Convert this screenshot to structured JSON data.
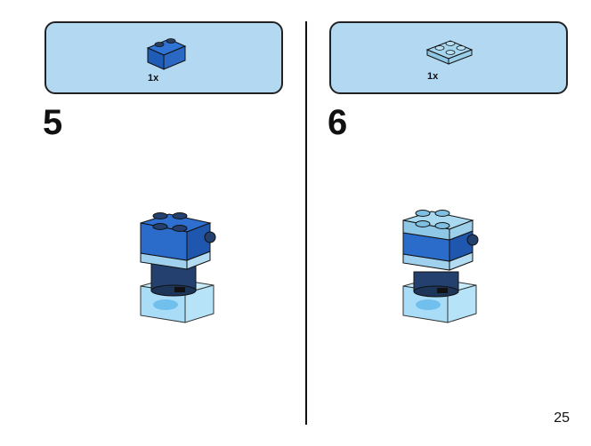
{
  "steps": [
    {
      "number": "5",
      "part_quantity": "1x",
      "part": "blue-2x2-brick-icon"
    },
    {
      "number": "6",
      "part_quantity": "1x",
      "part": "light-blue-2x2-plate-icon"
    }
  ],
  "page_number": "25",
  "colors": {
    "panel": "#b3d8f2",
    "blue": "#2b6bc9",
    "light_blue": "#9fd1ee",
    "dark_blue": "#24406e",
    "trans_blue": "#a8dcf7"
  }
}
